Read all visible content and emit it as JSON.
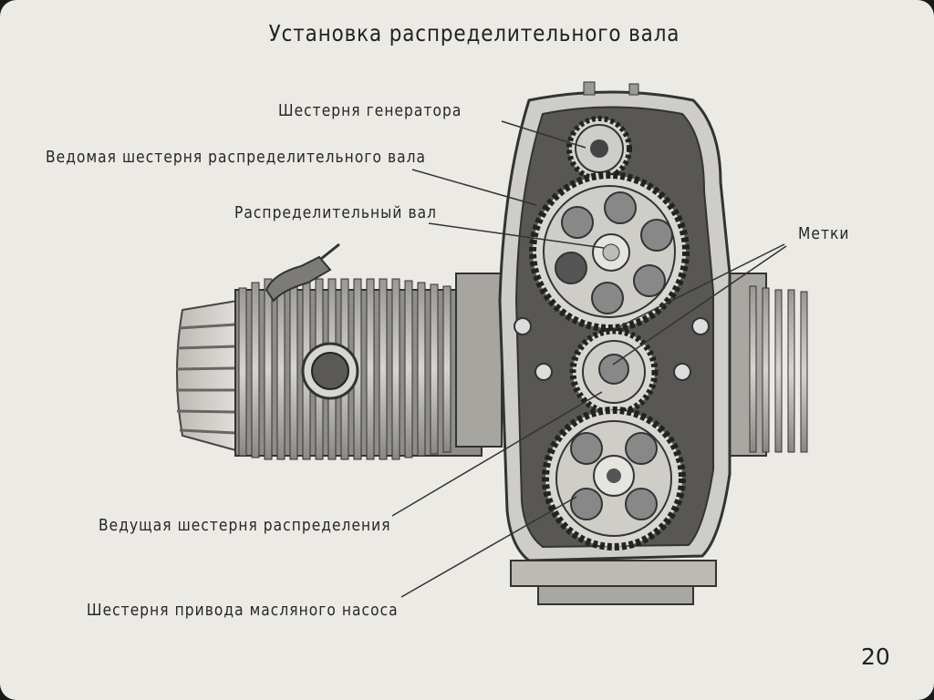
{
  "title": "Установка распределительного вала",
  "labels": {
    "generator_gear": "Шестерня генератора",
    "driven_camshaft_gear": "Ведомая шестерня распределительного вала",
    "camshaft": "Распределительный вал",
    "marks": "Метки",
    "driving_timing_gear": "Ведущая шестерня распределения",
    "oil_pump_drive_gear": "Шестерня привода масляного насоса"
  },
  "page_number": "20"
}
